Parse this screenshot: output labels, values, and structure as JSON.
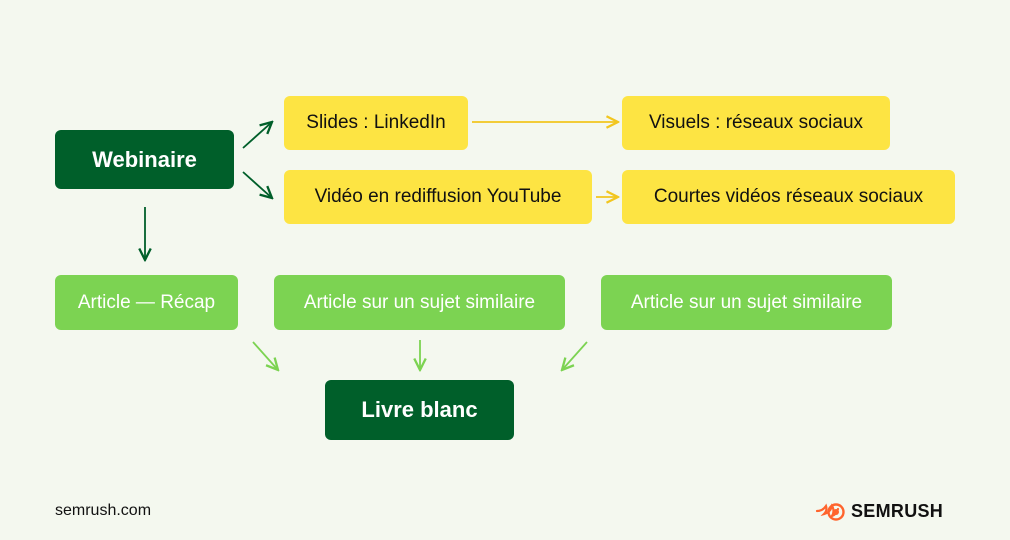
{
  "nodes": {
    "webinaire": "Webinaire",
    "slides": "Slides : LinkedIn",
    "visuels": "Visuels : réseaux sociaux",
    "video": "Vidéo en rediffusion YouTube",
    "courtes": "Courtes vidéos réseaux sociaux",
    "article_recap": "Article — Récap",
    "article_similaire_1": "Article sur un sujet similaire",
    "article_similaire_2": "Article sur un sujet similaire",
    "livre_blanc": "Livre blanc"
  },
  "footer": {
    "site": "semrush.com",
    "brand": "SEMRUSH"
  },
  "colors": {
    "dark_green": "#005F2A",
    "yellow": "#FDE443",
    "light_green": "#7CD352",
    "yellow_arrow": "#F2C61F",
    "brand_orange": "#FF642D"
  }
}
